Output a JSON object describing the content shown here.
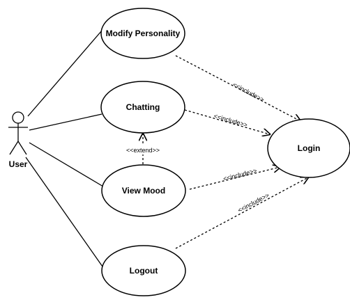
{
  "actor": {
    "name": "User"
  },
  "use_cases": {
    "modify_personality": "Modify Personality",
    "chatting": "Chatting",
    "view_mood": "View Mood",
    "logout": "Logout",
    "login": "Login"
  },
  "relations": {
    "include": "<<include>>",
    "extend": "<<extend>>"
  }
}
